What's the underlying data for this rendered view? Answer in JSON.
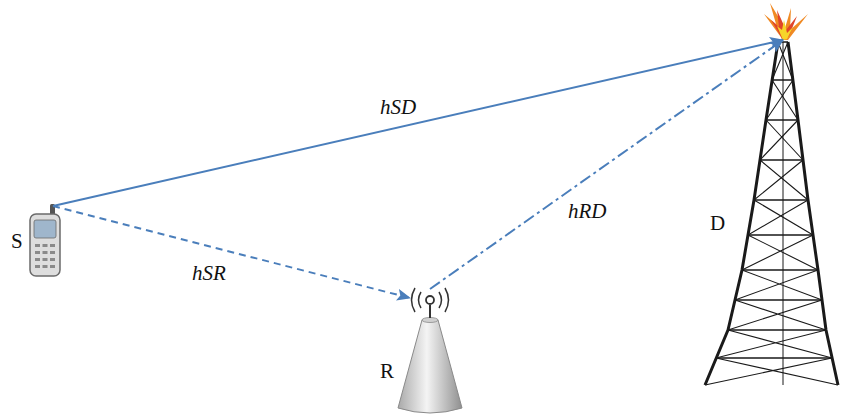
{
  "diagram": {
    "nodes": [
      {
        "text": [
          "S"
        ]
      },
      {
        "text": [
          "R"
        ]
      },
      {
        "text": [
          "D"
        ]
      }
    ],
    "edges": [
      {
        "from": 0,
        "to": 2,
        "arrow": "to",
        "label": "hSD"
      },
      {
        "from": 0,
        "to": 1,
        "arrow": "to",
        "label": "hSR"
      },
      {
        "from": 1,
        "to": 2,
        "arrow": "to",
        "label": "hRD"
      }
    ]
  }
}
